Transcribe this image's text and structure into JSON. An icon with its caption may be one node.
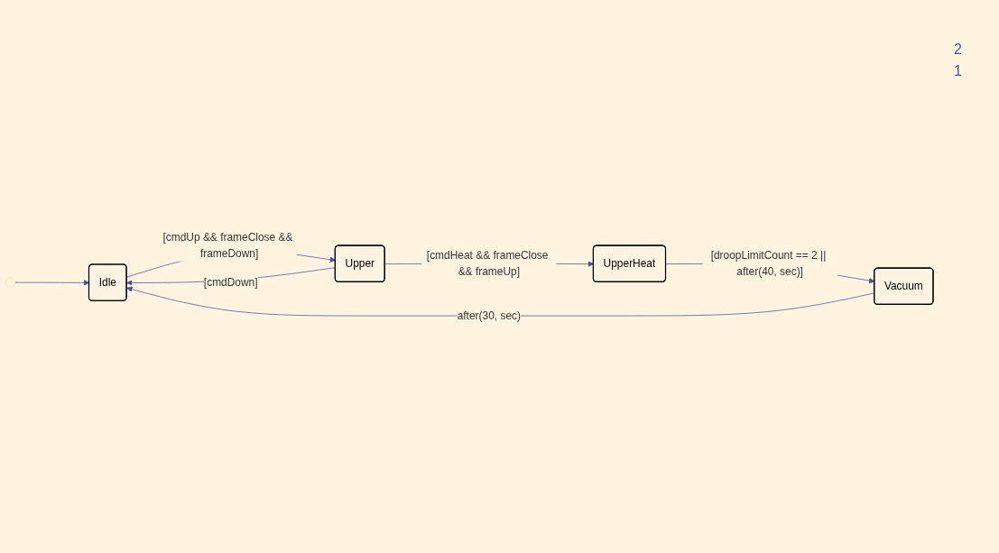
{
  "diagram": {
    "nodes": [
      {
        "text": [],
        "shape": "circle"
      },
      {
        "text": [
          "Idle"
        ]
      },
      {
        "text": [
          "Upper"
        ]
      },
      {
        "text": [
          "Vacuum"
        ]
      },
      {
        "text": [
          "UpperHeat"
        ]
      }
    ],
    "edges": [
      {
        "from": 0,
        "to": 1,
        "arrow": "to"
      },
      {
        "from": 1,
        "to": 2,
        "arrow": "to",
        "label": "[cmdUp && frameClose && frameDown]"
      },
      {
        "from": 2,
        "to": 1,
        "arrow": "to",
        "label": "[cmdDown]"
      },
      {
        "from": 2,
        "to": 4,
        "arrow": "to",
        "label": "[cmdHeat && frameClose && frameUp]"
      },
      {
        "from": 4,
        "to": 3,
        "arrow": "to",
        "label": "[droopLimitCount == 2 || after(40, sec)]"
      },
      {
        "from": 3,
        "to": 1,
        "arrow": "to",
        "label": "after(30, sec)"
      }
    ],
    "labels": [
      "2",
      "1"
    ]
  }
}
